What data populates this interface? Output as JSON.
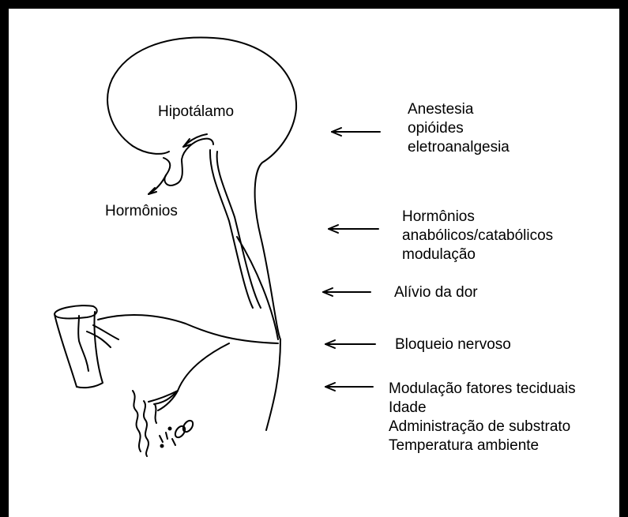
{
  "labels": {
    "hypothalamus": "Hipotálamo",
    "hormones_left": "Hormônios"
  },
  "interventions": [
    {
      "lines": [
        "Anestesia",
        "opióides",
        "eletroanalgesia"
      ]
    },
    {
      "lines": [
        "Hormônios",
        "anabólicos/catabólicos",
        "modulação"
      ]
    },
    {
      "lines": [
        "Alívio da dor"
      ]
    },
    {
      "lines": [
        "Bloqueio nervoso"
      ]
    },
    {
      "lines": [
        "Modulação fatores teciduais",
        "Idade",
        "Administração de substrato",
        "Temperatura ambiente"
      ]
    }
  ],
  "colors": {
    "ink": "#000000",
    "background": "#ffffff"
  }
}
